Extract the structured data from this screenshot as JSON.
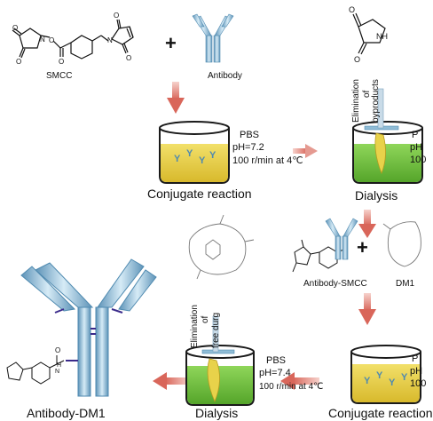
{
  "top": {
    "smcc_label": "SMCC",
    "plus": "+",
    "antibody_label": "Antibody",
    "step1": {
      "buffer": "PBS",
      "ph": "pH=7.2",
      "conditions": "100 r/min at 4℃",
      "caption": "Conjugate reaction"
    },
    "step2": {
      "elimination_line1": "Elimination",
      "elimination_line2": "of",
      "elimination_line3": "byproducts",
      "buffer_partial": "P",
      "ph_partial": "pH",
      "conditions_partial": "100",
      "caption": "Dialysis"
    }
  },
  "bottom": {
    "plus": "+",
    "antibody_smcc_label": "Antibody-SMCC",
    "dm1_label": "DM1",
    "step3": {
      "buffer_partial": "P",
      "ph_partial": "pH",
      "conditions_partial": "100",
      "caption": "Conjugate reaction"
    },
    "step4": {
      "elimination_line1": "Elimination",
      "elimination_line2": "of",
      "elimination_line3": "free durg",
      "buffer": "PBS",
      "ph": "pH=7.4",
      "conditions": "100 r/min at 4℃",
      "caption": "Dialysis"
    },
    "product_label": "Antibody-DM1"
  },
  "colors": {
    "arrow": "#d9665a",
    "beaker_liquid_yellow": "#e8d24a",
    "beaker_liquid_green": "#72c23c",
    "beaker_rim": "#1a1a1a",
    "antibody": "#8fbcd6",
    "antibody_dark": "#4f8ab0",
    "linker": "#3a2a8a"
  }
}
